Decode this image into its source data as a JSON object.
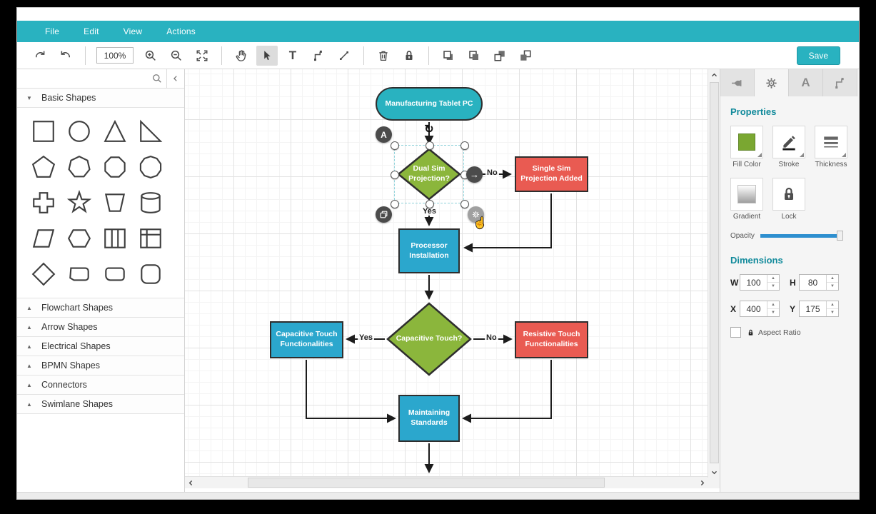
{
  "menu": {
    "items": [
      {
        "label": "File"
      },
      {
        "label": "Edit"
      },
      {
        "label": "View"
      },
      {
        "label": "Actions"
      }
    ]
  },
  "toolbar": {
    "zoom_value": "100%",
    "save_label": "Save"
  },
  "sidebar": {
    "search_value": "",
    "sections": [
      {
        "label": "Basic Shapes",
        "expanded": true
      },
      {
        "label": "Flowchart Shapes",
        "expanded": false
      },
      {
        "label": "Arrow Shapes",
        "expanded": false
      },
      {
        "label": "Electrical Shapes",
        "expanded": false
      },
      {
        "label": "BPMN Shapes",
        "expanded": false
      },
      {
        "label": "Connectors",
        "expanded": false
      },
      {
        "label": "Swimlane Shapes",
        "expanded": false
      }
    ],
    "shapes": [
      "square",
      "circle",
      "triangle",
      "right-triangle",
      "pentagon",
      "heptagon",
      "octagon",
      "decagon",
      "plus",
      "star",
      "trapezoid",
      "cylinder",
      "parallelogram",
      "hexagon",
      "partitioned-rectangle",
      "table",
      "diamond",
      "card",
      "rounded-shape",
      "rounded-square"
    ]
  },
  "canvas": {
    "nodes": [
      {
        "label": "Manufacturing Tablet PC",
        "type": "terminator",
        "color": "teal"
      },
      {
        "label": "Dual Sim Projection?",
        "type": "decision",
        "color": "green",
        "selected": true
      },
      {
        "label": "Single Sim Projection Added",
        "type": "process",
        "color": "red"
      },
      {
        "label": "Processor Installation",
        "type": "process",
        "color": "blue"
      },
      {
        "label": "Capacitive Touch?",
        "type": "decision",
        "color": "green"
      },
      {
        "label": "Capacitive Touch Functionalities",
        "type": "process",
        "color": "blue"
      },
      {
        "label": "Resistive Touch Functionalities",
        "type": "process",
        "color": "red"
      },
      {
        "label": "Maintaining Standards",
        "type": "process",
        "color": "blue"
      }
    ],
    "edge_labels": [
      {
        "text": "No"
      },
      {
        "text": "Yes"
      },
      {
        "text": "Yes"
      },
      {
        "text": "No"
      }
    ],
    "selection": {
      "letter_badge": "A"
    }
  },
  "properties": {
    "title": "Properties",
    "buttons": [
      {
        "label": "Fill Color"
      },
      {
        "label": "Stroke"
      },
      {
        "label": "Thickness"
      },
      {
        "label": "Gradient"
      },
      {
        "label": "Lock"
      }
    ],
    "opacity_label": "Opacity",
    "dimensions_title": "Dimensions",
    "fields": [
      {
        "label": "W",
        "value": "100"
      },
      {
        "label": "H",
        "value": "80"
      },
      {
        "label": "X",
        "value": "400"
      },
      {
        "label": "Y",
        "value": "175"
      }
    ],
    "aspect_ratio_label": "Aspect Ratio",
    "tab_a_glyph": "A"
  },
  "icons": {
    "rotate": "↻",
    "arrow_right": "→",
    "collapse_down": "▼",
    "collapse_up": "▲",
    "spin_up": "▲",
    "spin_down": "▼",
    "pointer_hand": "☝"
  },
  "colors": {
    "accent-teal": "#29b2c0",
    "node-green": "#8bb63c",
    "node-blue": "#2ba7cd",
    "node-red": "#e95b52",
    "swatch-green": "#7aa731",
    "heading-teal": "#118a9b",
    "slider-blue": "#2e8fcf"
  }
}
